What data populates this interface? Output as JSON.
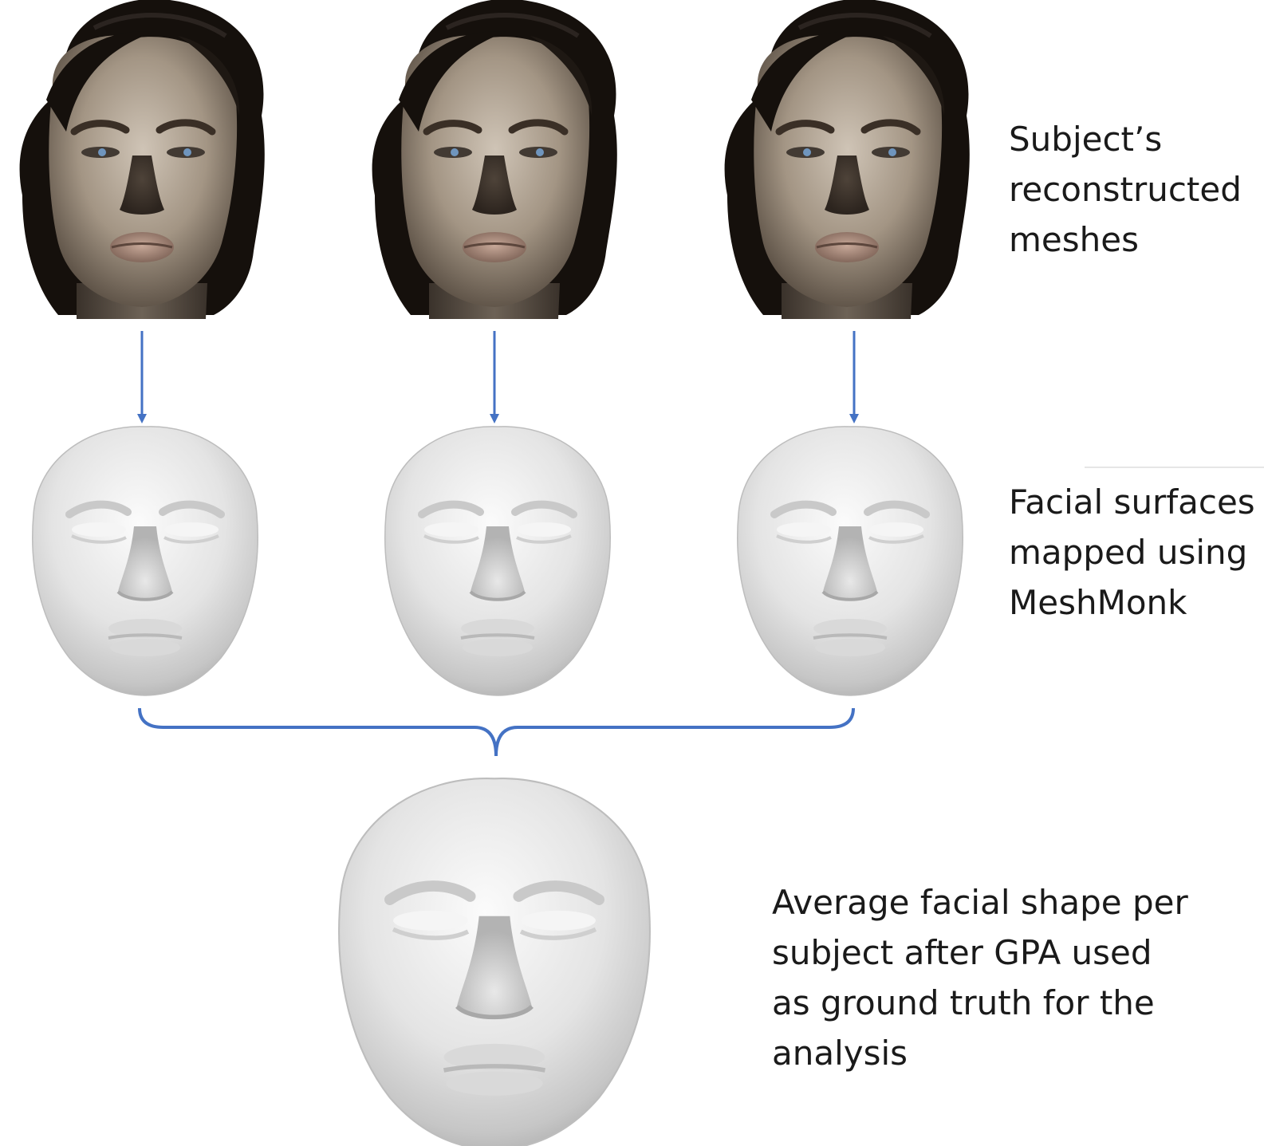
{
  "labels": {
    "reconstructed_meshes": "Subject’s\nreconstructed\nmeshes",
    "mapped_surfaces": "Facial surfaces\nmapped using\nMeshMonk",
    "average_shape": "Average facial shape per\nsubject after GPA used\nas ground truth for the\nanalysis"
  },
  "colors": {
    "arrow": "#4472C4",
    "label_text": "#1a1a1a",
    "hair": "#15100c",
    "skin": "#9a8d7f",
    "surface": "#dcdcdc"
  },
  "icons": {
    "row1": "textured-head-mesh",
    "row2": "gray-face-surface",
    "row3": "average-face-surface",
    "connector": "down-arrow",
    "merge": "curly-brace"
  }
}
